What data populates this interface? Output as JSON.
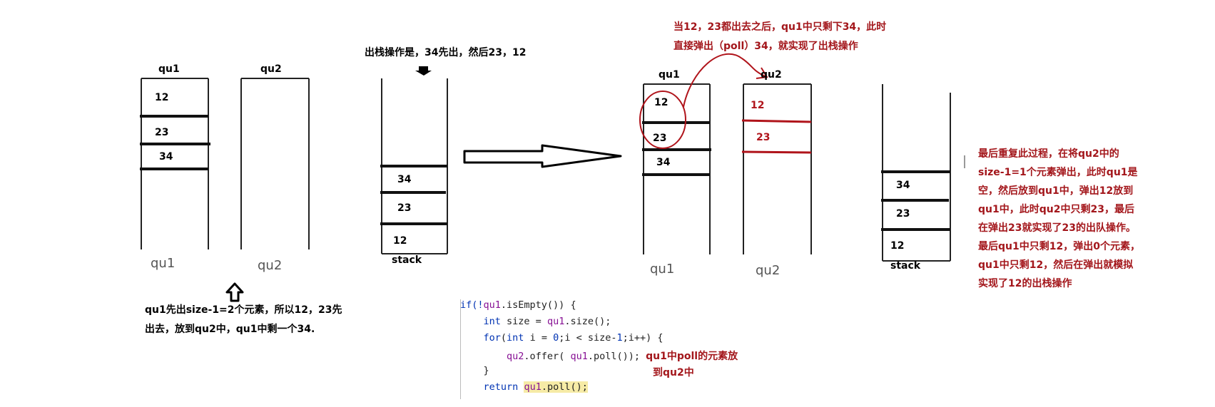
{
  "panel1": {
    "qu1_header": "qu1",
    "qu2_header": "qu2",
    "qu1_items": [
      "12",
      "23",
      "34"
    ],
    "qu1_footer": "qu1",
    "qu2_footer": "qu2",
    "caption_lines": [
      "qu1先出size-1=2个元素，所以12，23先",
      "出去，放到qu2中，qu1中剩一个34."
    ]
  },
  "panel2": {
    "caption": "出栈操作是，34先出，然后23，12",
    "stack_items": [
      "34",
      "23",
      "12"
    ],
    "stack_label": "stack"
  },
  "panel3": {
    "note_lines": [
      "当12，23都出去之后，qu1中只剩下34，此时",
      "直接弹出（poll）34，就实现了出栈操作"
    ],
    "qu1_header": "qu1",
    "qu2_header": "qu2",
    "qu1_items": [
      "12",
      "23",
      "34"
    ],
    "qu2_items": [
      "12",
      "23"
    ],
    "qu1_footer": "qu1",
    "qu2_footer": "qu2"
  },
  "panel4": {
    "stack_items": [
      "34",
      "23",
      "12"
    ],
    "stack_label": "stack",
    "note_lines": [
      "最后重复此过程，在将qu2中的",
      "size-1=1个元素弹出，此时qu1是",
      "空，然后放到qu1中，弹出12放到",
      "qu1中，此时qu2中只剩23，最后",
      "在弹出23就实现了23的出队操作。",
      "最后qu1中只剩12，弹出0个元素，",
      "qu1中只剩12，然后在弹出就模拟",
      "实现了12的出栈操作"
    ]
  },
  "code": {
    "line1": {
      "a": "if(!",
      "b": "qu1",
      "c": ".isEmpty()) {"
    },
    "line2": {
      "a": "    ",
      "kw": "int",
      "b": " size = ",
      "f": "qu1",
      "c": ".size();"
    },
    "line3": {
      "a": "    ",
      "kw": "for",
      "b": "(",
      "kw2": "int",
      "c": " i = ",
      "n": "0",
      "d": ";i < size-",
      "n2": "1",
      "e": ";i++) {"
    },
    "line4": {
      "a": "        ",
      "f": "qu2",
      "b": ".offer( ",
      "f2": "qu1",
      "c": ".poll()); ",
      "note": "qu1中poll的元素放"
    },
    "line5": {
      "a": "    }",
      "note": "到qu2中"
    },
    "line6": {
      "a": "    ",
      "kw": "return",
      "b": " ",
      "f": "qu1",
      "c": ".poll();"
    }
  }
}
